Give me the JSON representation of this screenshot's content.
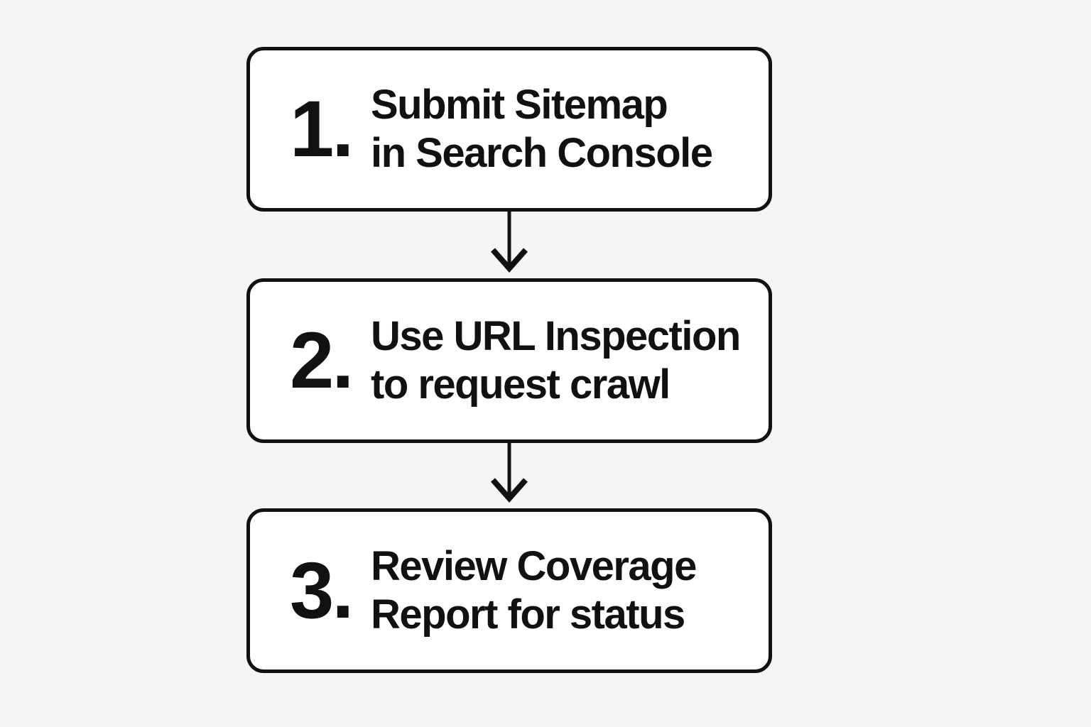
{
  "page": {
    "background_color": "#f5f5f5",
    "box_background_color": "#ffffff",
    "stroke_color": "#111111"
  },
  "flowchart": {
    "title": "",
    "steps": [
      {
        "number": "1.",
        "line1": "Submit Sitemap",
        "line2": "in Search Console"
      },
      {
        "number": "2.",
        "line1": "Use URL Inspection",
        "line2": "to request crawl"
      },
      {
        "number": "3.",
        "line1": "Review Coverage",
        "line2": "Report for status"
      }
    ],
    "connectors": [
      {
        "icon": "arrow-down"
      },
      {
        "icon": "arrow-down"
      }
    ]
  }
}
